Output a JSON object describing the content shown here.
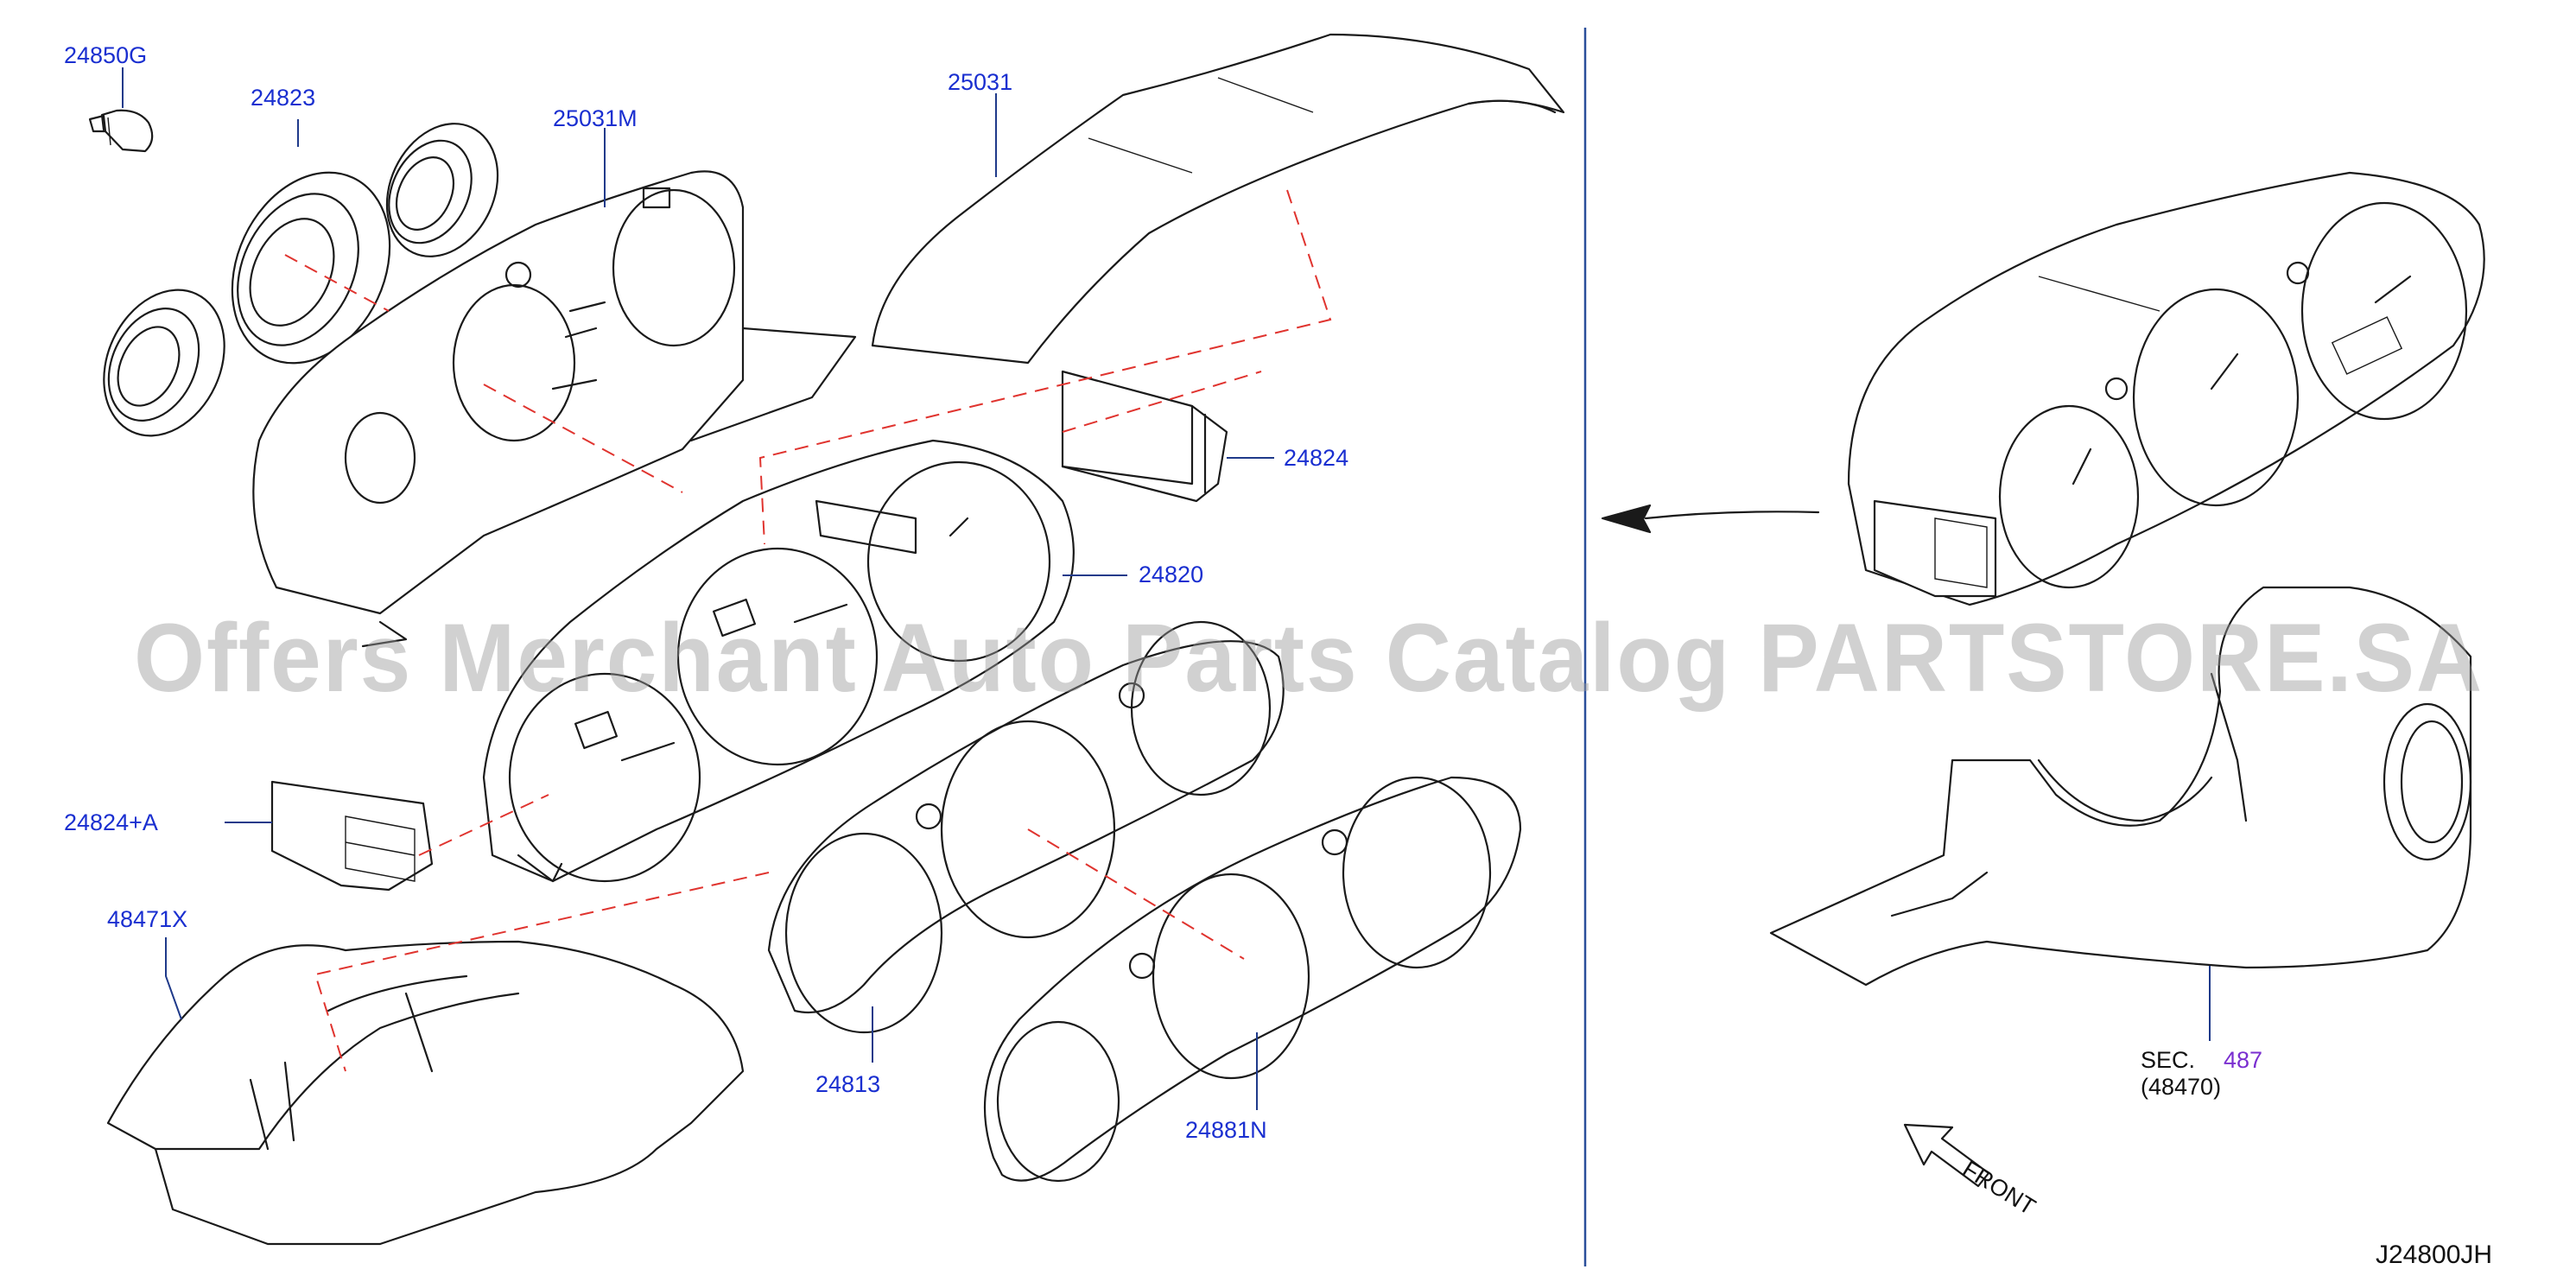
{
  "labels": {
    "p24850G": "24850G",
    "p24823": "24823",
    "p25031M": "25031M",
    "p25031": "25031",
    "p24824": "24824",
    "p24820": "24820",
    "p24824A": "24824+A",
    "p48471X": "48471X",
    "p24813": "24813",
    "p24881N": "24881N"
  },
  "reference": {
    "sec_prefix": "SEC.",
    "sec_number": "487",
    "sec_sub": "(48470)"
  },
  "front_label": "FRONT",
  "diagram_code": "J24800JH",
  "watermark": "Offers Merchant Auto Parts Catalog PARTSTORE.SA",
  "colors": {
    "part_label": "#1a2fd0",
    "section_number": "#7a2fd0",
    "assembly_dash": "#e0342f",
    "line_art": "#1a1a1a"
  }
}
